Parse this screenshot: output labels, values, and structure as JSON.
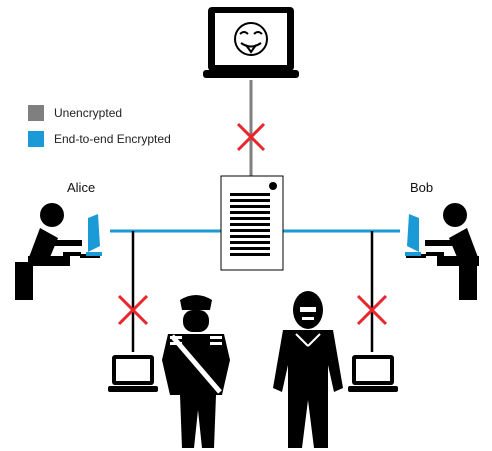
{
  "legend": {
    "items": [
      {
        "label": "Unencrypted",
        "color": "#7f7f7f"
      },
      {
        "label": "End-to-end Encrypted",
        "color": "#1a9ad6"
      }
    ]
  },
  "people": {
    "alice": "Alice",
    "bob": "Bob"
  },
  "colors": {
    "encrypted_line": "#1a9ad6",
    "unencrypted_line": "#7f7f7f",
    "blocked_mark": "#e8262c",
    "ink": "#000000"
  },
  "icons": {
    "hacker": "anonymous-mask-laptop-icon",
    "server": "server-document-icon",
    "police": "police-officer-icon",
    "spy": "masked-person-icon"
  }
}
